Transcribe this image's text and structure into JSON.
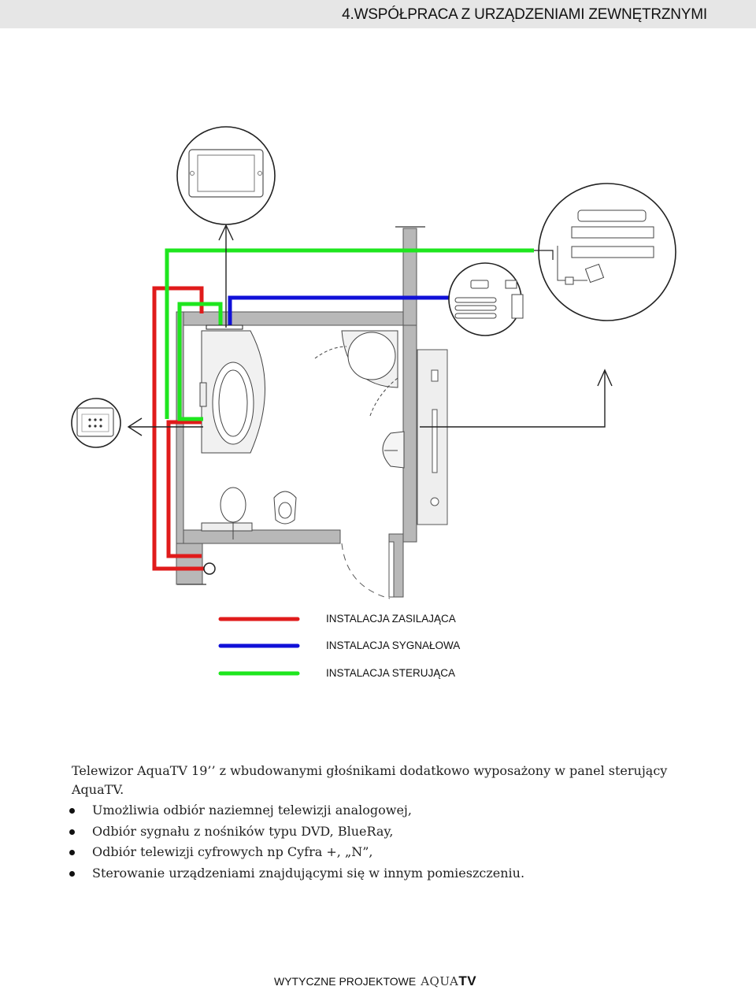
{
  "header": {
    "title": "4.WSPÓŁPRACA Z URZĄDZENIAMI ZEWNĘTRZNYMI"
  },
  "colors": {
    "power": "#e01b1b",
    "signal": "#1010d8",
    "control": "#1ee61e",
    "wall": "#b7b7b7",
    "header_bg": "#e6e6e6"
  },
  "legend": [
    {
      "label": "INSTALACJA  ZASILAJĄCA",
      "color": "#e01b1b"
    },
    {
      "label": "INSTALACJA  SYGNAŁOWA",
      "color": "#1010d8"
    },
    {
      "label": "INSTALACJA  STERUJĄCA",
      "color": "#1ee61e"
    }
  ],
  "description": {
    "intro": "Telewizor AquaTV 19’’ z wbudowanymi głośnikami dodatkowo wyposażony w panel sterujący AquaTV.",
    "features": [
      "Umożliwia odbiór naziemnej telewizji analogowej,",
      "Odbiór sygnału z nośników typu DVD, BlueRay,",
      "Odbiór telewizji cyfrowych np Cyfra +, „N”,",
      "Sterowanie urządzeniami znajdującymi się w innym pomieszczeniu."
    ]
  },
  "footer": {
    "text": "WYTYCZNE PROJEKTOWE",
    "logo_left": "AQUA",
    "logo_right": "TV"
  }
}
